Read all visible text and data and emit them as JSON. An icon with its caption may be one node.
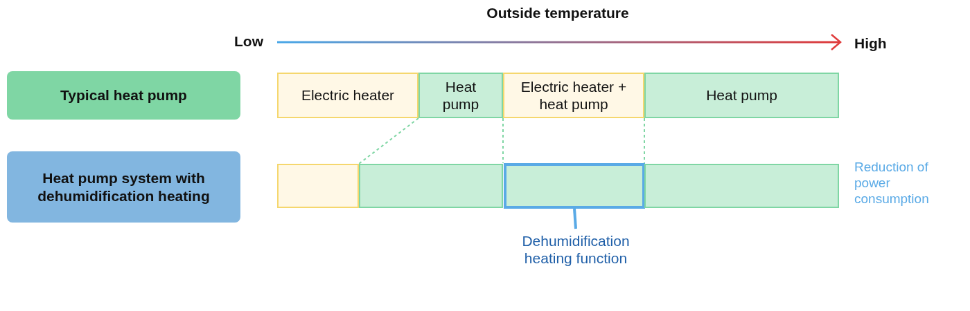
{
  "diagram": {
    "nodes": [
      {
        "text": [
          "Typical heat pump"
        ]
      },
      {
        "text": [
          "Heat pump system with dehumidification heating"
        ]
      },
      {
        "text": [
          "Electric heater"
        ]
      },
      {
        "text": [
          "Heat pump"
        ]
      },
      {
        "text": [
          "Electric heater + heat pump"
        ]
      },
      {
        "text": [
          "Heat pump"
        ]
      },
      {
        "text": [],
        "shape": "box"
      },
      {
        "text": [],
        "shape": "box"
      },
      {
        "text": [],
        "shape": "box"
      },
      {
        "text": [],
        "shape": "box"
      },
      {
        "text": [
          "Dehumidification heating function"
        ]
      }
    ],
    "edges": [
      {
        "from": 3,
        "to": 7,
        "arrow": "none",
        "style": "dashed"
      },
      {
        "from": 4,
        "to": 8,
        "arrow": "none",
        "style": "dashed"
      },
      {
        "from": 4,
        "to": 8,
        "arrow": "none",
        "style": "dashed"
      },
      {
        "from": 10,
        "to": 8,
        "arrow": "none",
        "color": "#5aaae6"
      }
    ],
    "labels": [
      "Outside temperature",
      "Low",
      "High",
      "Reduction of power consumption"
    ]
  }
}
